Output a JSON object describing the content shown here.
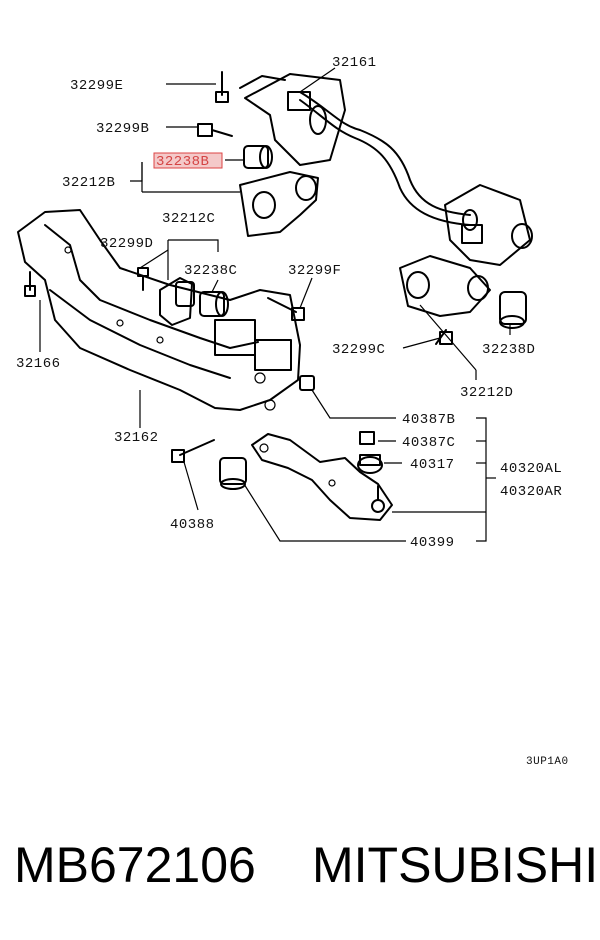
{
  "labels": {
    "p32161": "32161",
    "p32299E": "32299E",
    "p32299B": "32299B",
    "p32238B": "32238B",
    "p32212B": "32212B",
    "p32212C": "32212C",
    "p32299D": "32299D",
    "p32238C": "32238C",
    "p32299F": "32299F",
    "p32166": "32166",
    "p32162": "32162",
    "p32299C": "32299C",
    "p32238D": "32238D",
    "p32212D": "32212D",
    "p40387B": "40387B",
    "p40387C": "40387C",
    "p40317": "40317",
    "p40320AL": "40320AL",
    "p40320AR": "40320AR",
    "p40388": "40388",
    "p40399": "40399",
    "code": "3UP1A0"
  },
  "highlight_color": "#d44444",
  "footer": {
    "part_number": "MB672106",
    "brand": "MITSUBISHI"
  }
}
